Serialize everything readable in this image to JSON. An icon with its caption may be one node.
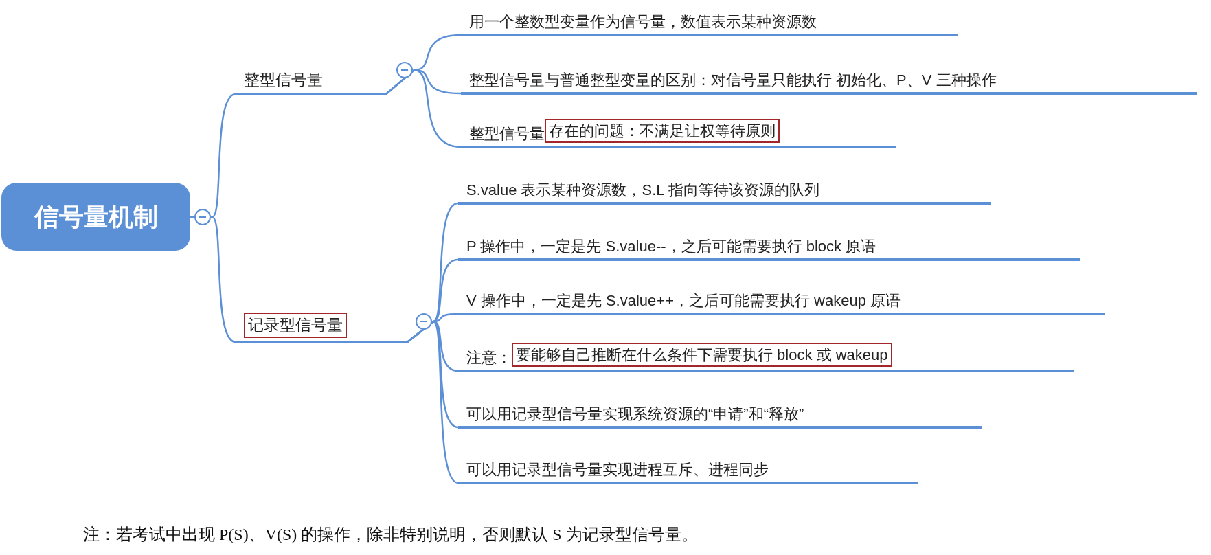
{
  "diagram": {
    "nodes": [
      {
        "text": [
          "信号量机制"
        ]
      },
      {
        "text": [
          "整型信号量"
        ]
      },
      {
        "text": [
          "用一个整数型变量作为信号量，数值表示某种资源数"
        ]
      },
      {
        "text": [
          "整型信号量与普通整型变量的区别：对信号量只能执行 初始化、P、V 三种操作"
        ]
      },
      {
        "text": [
          "整型信号量",
          "存在的问题：不满足让权等待原则"
        ]
      },
      {
        "text": [
          "记录型信号量"
        ]
      },
      {
        "text": [
          "S.value 表示某种资源数，S.L 指向等待该资源的队列"
        ]
      },
      {
        "text": [
          "P 操作中，一定是先 S.value--，之后可能需要执行 block 原语"
        ]
      },
      {
        "text": [
          "V 操作中，一定是先 S.value++，之后可能需要执行 wakeup 原语"
        ]
      },
      {
        "text": [
          "注意：",
          "要能够自己推断在什么条件下需要执行 block 或 wakeup"
        ]
      },
      {
        "text": [
          "可以用记录型信号量实现系统资源的“申请”和“释放”"
        ]
      },
      {
        "text": [
          "可以用记录型信号量实现进程互斥、进程同步"
        ]
      }
    ],
    "edges": [
      {
        "from": 0,
        "to": 1,
        "arrow": "none"
      },
      {
        "from": 0,
        "to": 5,
        "arrow": "none"
      },
      {
        "from": 1,
        "to": 2,
        "arrow": "none"
      },
      {
        "from": 1,
        "to": 3,
        "arrow": "none"
      },
      {
        "from": 1,
        "to": 4,
        "arrow": "none"
      },
      {
        "from": 5,
        "to": 6,
        "arrow": "none"
      },
      {
        "from": 5,
        "to": 7,
        "arrow": "none"
      },
      {
        "from": 5,
        "to": 8,
        "arrow": "none"
      },
      {
        "from": 5,
        "to": 9,
        "arrow": "none"
      },
      {
        "from": 5,
        "to": 10,
        "arrow": "none"
      },
      {
        "from": 5,
        "to": 11,
        "arrow": "none"
      }
    ],
    "labels": [
      "注：若考试中出现 P(S)、V(S) 的操作，除非特别说明，否则默认 S 为记录型信号量。"
    ]
  }
}
